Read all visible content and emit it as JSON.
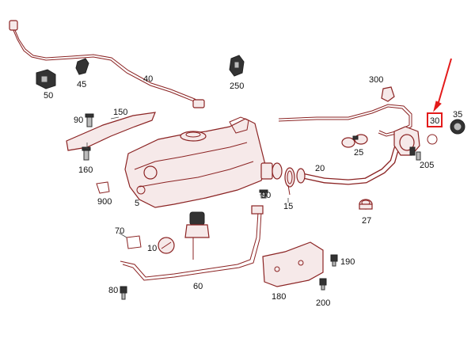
{
  "part_labels": [
    "50",
    "45",
    "40",
    "250",
    "300",
    "90",
    "150",
    "160",
    "900",
    "5",
    "25",
    "20",
    "30",
    "35",
    "205",
    "15",
    "90",
    "27",
    "70",
    "10",
    "190",
    "80",
    "60",
    "180",
    "200"
  ],
  "highlight": {
    "label": "30",
    "color": "#e31b1b"
  },
  "colors": {
    "line": "#8b2323",
    "text": "#111111"
  }
}
